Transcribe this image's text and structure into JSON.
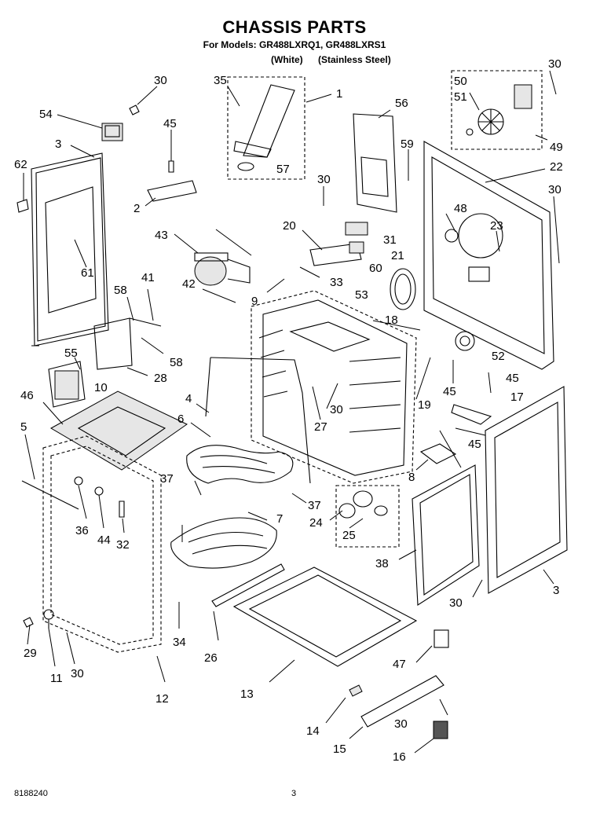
{
  "header": {
    "title": "CHASSIS PARTS",
    "subtitle": "For Models: GR488LXRQ1, GR488LXRS1",
    "variant_white": "(White)",
    "variant_stainless": "(Stainless Steel)"
  },
  "footer": {
    "doc_number": "8188240",
    "page_number": "3"
  },
  "callouts": [
    "30",
    "35",
    "1",
    "56",
    "30",
    "50",
    "51",
    "54",
    "45",
    "3",
    "62",
    "2",
    "57",
    "59",
    "49",
    "22",
    "30",
    "30",
    "48",
    "20",
    "31",
    "23",
    "43",
    "21",
    "60",
    "42",
    "33",
    "41",
    "9",
    "53",
    "58",
    "61",
    "18",
    "55",
    "58",
    "10",
    "28",
    "52",
    "45",
    "4",
    "46",
    "5",
    "30",
    "27",
    "19",
    "45",
    "17",
    "6",
    "45",
    "37",
    "8",
    "37",
    "36",
    "44",
    "32",
    "24",
    "25",
    "7",
    "38",
    "3",
    "34",
    "26",
    "30",
    "29",
    "11",
    "30",
    "47",
    "12",
    "13",
    "14",
    "30",
    "15",
    "16"
  ]
}
